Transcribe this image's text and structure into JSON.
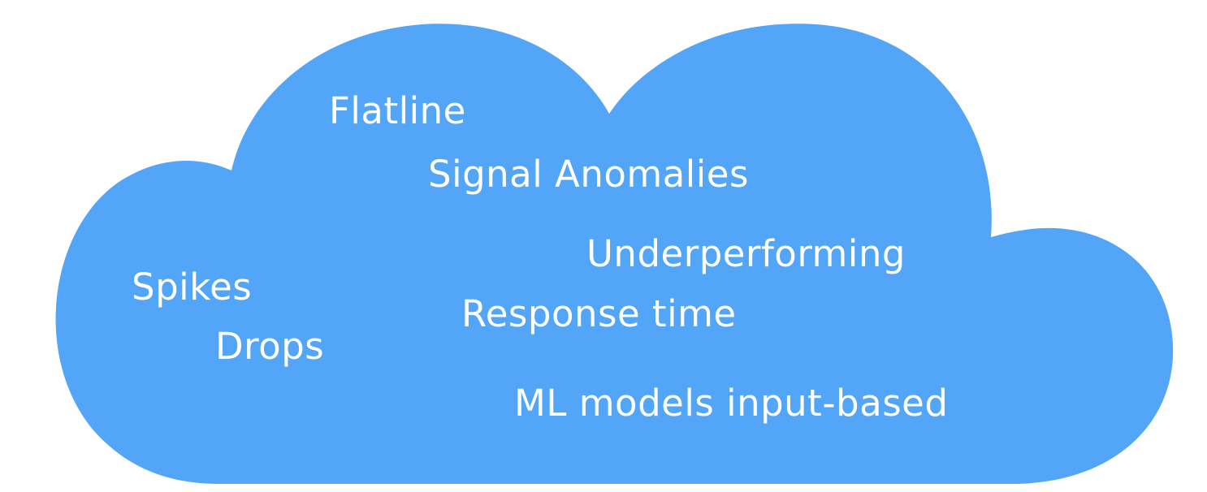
{
  "cloud": {
    "fill_color": "#52a5f7",
    "background_color": "#ffffff",
    "text_color": "#ffffff",
    "labels": [
      "Flatline",
      "Signal Anomalies",
      "Underperforming",
      "Spikes",
      "Response time",
      "Drops",
      "ML models input-based"
    ]
  }
}
